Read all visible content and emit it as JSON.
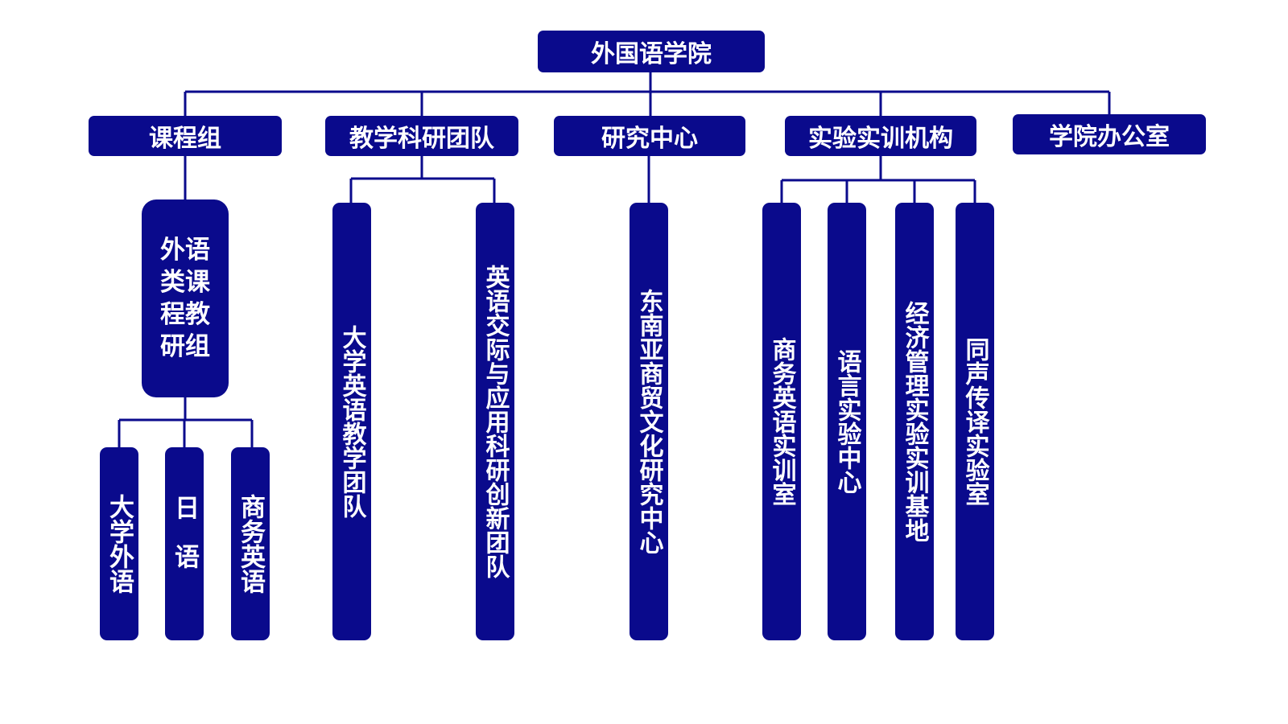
{
  "colors": {
    "node_fill": "#0a0a8c",
    "node_text": "#ffffff",
    "connector": "#0a0a8c"
  },
  "root": {
    "label": "外国语学院"
  },
  "branches": [
    {
      "label": "课程组"
    },
    {
      "label": "教学科研团队"
    },
    {
      "label": "研究中心"
    },
    {
      "label": "实验实训机构"
    },
    {
      "label": "学院办公室"
    }
  ],
  "course_group": {
    "sub": {
      "label": "外语类课程教研组"
    },
    "leaves": [
      {
        "label": "大学外语"
      },
      {
        "label": "日语"
      },
      {
        "label": "商务英语"
      }
    ]
  },
  "teaching_teams": [
    {
      "label": "大学英语教学团队"
    },
    {
      "label": "英语交际与应用科研创新团队"
    }
  ],
  "research_centers": [
    {
      "label": "东南亚商贸文化研究中心"
    }
  ],
  "labs": [
    {
      "label": "商务英语实训室"
    },
    {
      "label": "语言实验中心"
    },
    {
      "label": "经济管理实验实训基地"
    },
    {
      "label": "同声传译实验室"
    }
  ]
}
